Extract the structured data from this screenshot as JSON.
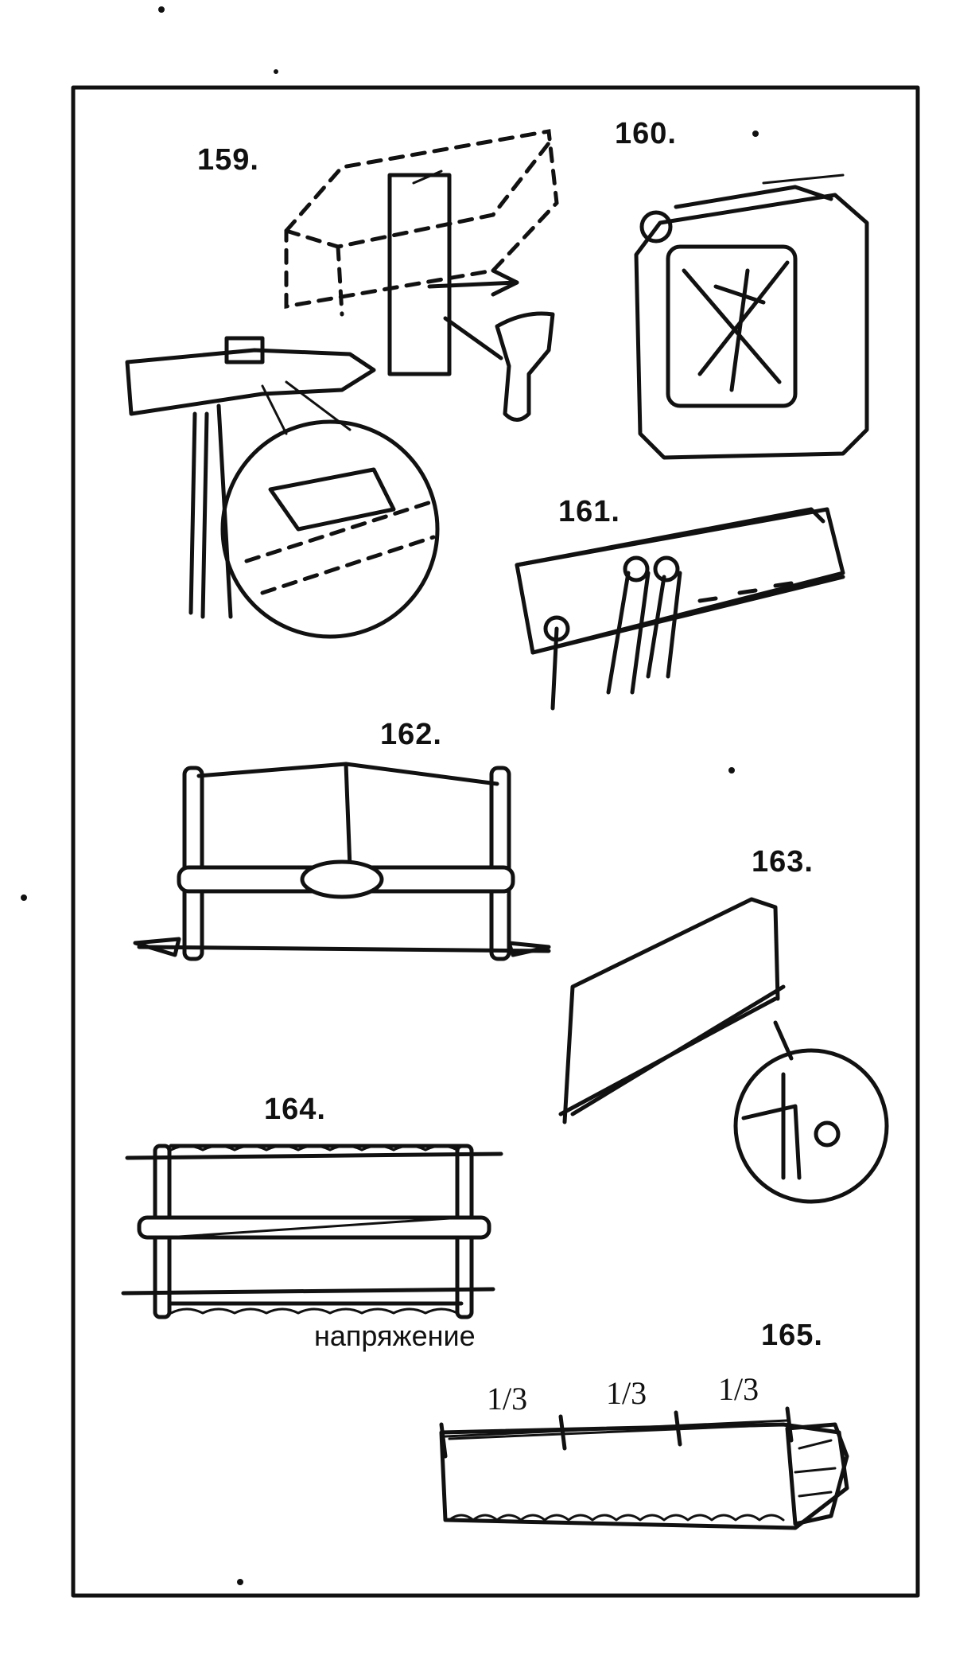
{
  "figures": [
    {
      "id": "fig-159",
      "label": "159."
    },
    {
      "id": "fig-160",
      "label": "160."
    },
    {
      "id": "fig-161",
      "label": "161."
    },
    {
      "id": "fig-162",
      "label": "162."
    },
    {
      "id": "fig-163",
      "label": "163."
    },
    {
      "id": "fig-164",
      "label": "164."
    },
    {
      "id": "fig-165",
      "label": "165."
    }
  ],
  "annotations": {
    "tension": "напряжение",
    "third_1": "1/3",
    "third_2": "1/3",
    "third_3": "1/3"
  }
}
